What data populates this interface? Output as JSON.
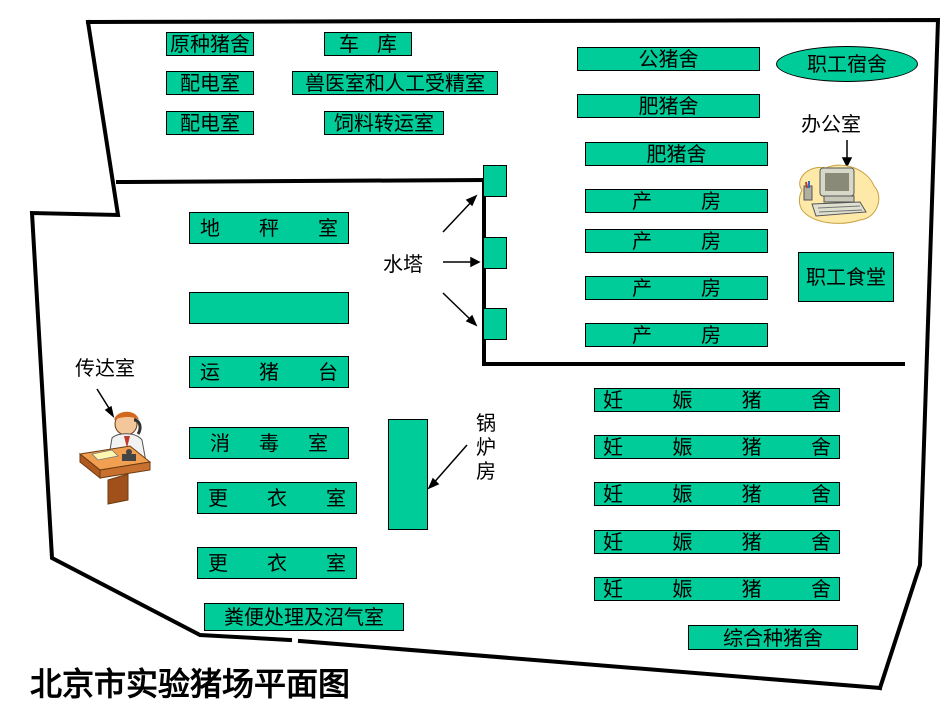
{
  "title": "北京市实验猪场平面图",
  "colors": {
    "room": "#00cc99",
    "line": "#000000",
    "background": "#ffffff"
  },
  "rooms": {
    "yuanzhong": "原种猪舍",
    "cheku": [
      "车",
      "库"
    ],
    "peidian1": "配电室",
    "shouyi": "兽医室和人工受精室",
    "peidian2": "配电室",
    "siliao": "饲料转运室",
    "gongzhu": "公猪舍",
    "fei1": "肥猪舍",
    "fei2": "肥猪舍",
    "chan": [
      "产",
      "房"
    ],
    "dicheng": [
      "地",
      "秤",
      "室"
    ],
    "blank": "",
    "yunzhu": [
      "运",
      "猪",
      "台"
    ],
    "xiaodu": [
      "消",
      "毒",
      "室"
    ],
    "gengyi": [
      "更",
      "衣",
      "室"
    ],
    "fenbian": "粪便处理及沼气室",
    "renshen": [
      "妊",
      "娠",
      "猪",
      "舍"
    ],
    "zonghe": "综合种猪舍",
    "zhigong_sushe": "职工宿舍",
    "shitang": "职工食堂"
  },
  "labels": {
    "bangongshi": "办公室",
    "shuita": "水塔",
    "chuandashi": "传达室",
    "guolufang": [
      "锅",
      "炉",
      "房"
    ]
  },
  "icons": [
    "computer-icon",
    "receptionist-icon"
  ]
}
